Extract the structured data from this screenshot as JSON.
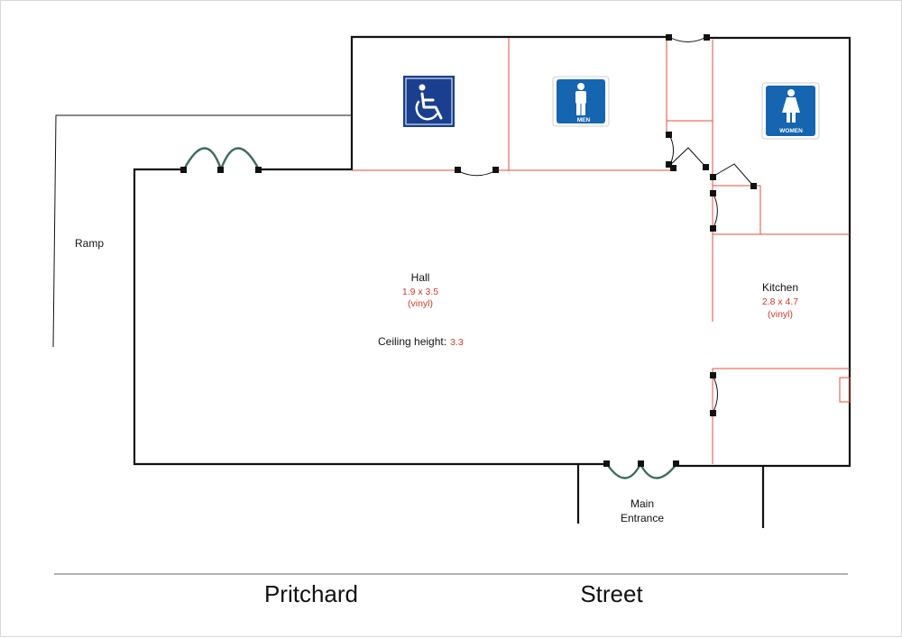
{
  "labels": {
    "ramp": "Ramp",
    "hall_name": "Hall",
    "hall_size": "1.9 x 3.5",
    "hall_floor": "(vinyl)",
    "ceiling_label": "Ceiling height:",
    "ceiling_value": "3.3",
    "kitchen_name": "Kitchen",
    "kitchen_size": "2.8 x 4.7",
    "kitchen_floor": "(vinyl)",
    "entrance_line1": "Main",
    "entrance_line2": "Entrance",
    "street_word1": "Pritchard",
    "street_word2": "Street"
  },
  "signs": {
    "men_text": "MEN",
    "women_text": "WOMEN",
    "accessible_icon": "wheelchair-icon",
    "men_icon": "men-restroom-icon",
    "women_icon": "women-restroom-icon"
  },
  "colors": {
    "wall": "#111111",
    "partition": "#e0503a",
    "door_leaf": "#3b6e5a",
    "sign_blue": "#1a3f8f",
    "sign_blue_light": "#1565b0",
    "dimension_text": "#d23a2a"
  }
}
